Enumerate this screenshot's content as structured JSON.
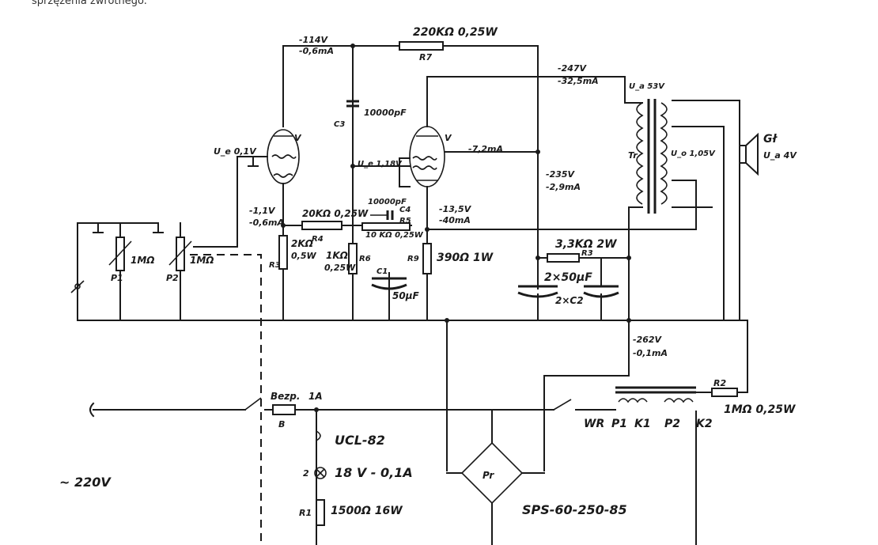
{
  "caption": "sprzężenia zwrotnego.",
  "labels": {
    "v1_top_voltage": "-114V",
    "v1_top_current": "-0,6mA",
    "r7_value": "220KΩ 0,25W",
    "r7_ref": "R7",
    "c3_ref": "C3",
    "c3_value": "10000pF",
    "v2_anode_voltage": "-247V",
    "v2_anode_current": "-32,5mA",
    "ua_label": "U_a 53V",
    "tr_ref": "Tr",
    "gl_ref": "Gł",
    "gl_voltage": "U_a 4V",
    "uo_label": "U_o 1,05V",
    "input_voltage": "U_e 0,1V",
    "v1_ref": "V",
    "v2_ref": "V",
    "v2_grid_voltage": "U_e 1,18V",
    "v2_screen_current": "-7,2mA",
    "cathode_v1_voltage": "-1,1V",
    "cathode_v1_current": "-0,6mA",
    "r4_value": "20KΩ 0,25W",
    "r4_ref": "R4",
    "c4_value": "10000pF",
    "c4_ref": "C4",
    "r5_ref": "R5",
    "r5_value": "10 KΩ 0,25W",
    "v2_cathode_voltage": "-13,5V",
    "v2_cathode_current": "-40mA",
    "screen_voltage": "-235V",
    "screen_current": "-2,9mA",
    "p1_value": "1MΩ",
    "p1_ref": "P1",
    "p2_value": "1MΩ",
    "p2_ref": "P2",
    "r3_value": "2KΩ",
    "r3_power": "0,5W",
    "r3_ref": "R3",
    "r6_value": "1KΩ",
    "r6_power": "0,25W",
    "r6_ref": "R6",
    "r9_ref": "R9",
    "r9_value": "390Ω 1W",
    "c1_ref": "C1",
    "c1_value": "50μF",
    "r11_value": "3,3KΩ 2W",
    "r11_ref": "R3",
    "c2_value": "2×50μF",
    "c2_ref": "2×C2",
    "supply_voltage": "-262V",
    "supply_current": "-0,1mA",
    "bezp_label": "Bezp.",
    "bezp_value": "1A",
    "bezp_ref": "B",
    "r2_ref": "R2",
    "r2_value": "1MΩ 0,25W",
    "wr_label": "WR",
    "p1_tap": "P1",
    "k1_tap": "K1",
    "p2_tap": "P2",
    "k2_tap": "K2",
    "tube_label": "UCL-82",
    "lamp_num": "2",
    "lamp_value": "18 V - 0,1A",
    "r1_ref": "R1",
    "r1_value": "1500Ω 16W",
    "rectifier_ref": "Pr",
    "rectifier_value": "SPS-60-250-85",
    "mains": "~ 220V"
  }
}
